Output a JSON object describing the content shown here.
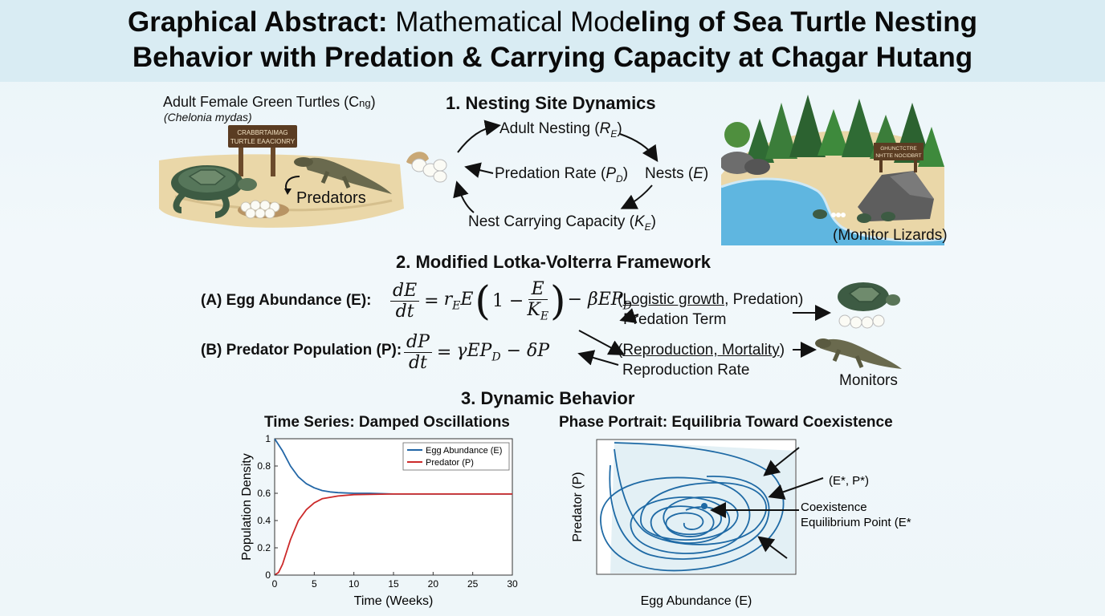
{
  "title": {
    "line1_bold_a": "Graphical Abstract:",
    "line1_light": " Mathematical Mod",
    "line1_bold_b": "eling of Sea Turtle Nesting",
    "line2": "Behavior with Predation & Carrying Capacity at Chagar Hutang"
  },
  "section1": {
    "heading": "1. Nesting Site Dynamics",
    "turtle_label": "Adult Female Green Turtles (C",
    "turtle_label_sub": "ng",
    "turtle_label_close": ")",
    "species": "(Chelonia mydas)",
    "sign_text_1": "CRABBRTAIMAG",
    "sign_text_2": "TURTLE EAACIONRY",
    "predators_label": "Predators",
    "cycle": {
      "adult_nesting": "Adult Nesting (",
      "adult_nesting_sym": "R",
      "adult_nesting_sub": "E",
      "predation_rate": "Predation Rate (",
      "predation_rate_sym": "P",
      "predation_rate_sub": "D",
      "nests": "Nests (",
      "nests_sym": "E",
      "carrying": "Nest Carrying Capacity (",
      "carrying_sym": "K",
      "carrying_sub": "E",
      "close": ")"
    },
    "right_sign_1": "GHUNCTCTRE",
    "right_sign_2": "NHTTE NOCIDBRT",
    "monitor_label": "(Monitor Lizards)"
  },
  "section2": {
    "heading": "2. Modified Lotka-Volterra Framework",
    "eqA_label": "(A) Egg Abundance (E):",
    "eqB_label": "(B) Predator Population (P):",
    "eqA_note_open": "(",
    "eqA_note_u": "Logistic growth",
    "eqA_note_rest": ", Predation)",
    "eqA_term": "Predation Term",
    "eqB_note_open": "(",
    "eqB_note_u": "Reproduction, Mortality",
    "eqB_note_rest": ")",
    "eqB_term": "Reproduction Rate",
    "monitors_label": "Monitors"
  },
  "section3": {
    "heading": "3. Dynamic Behavior",
    "phase_title": "Phase Portrait: Equilibria Toward Coexistence",
    "phase_xlabel": "Egg Abundance (E)",
    "phase_ylabel": "Predator (P)",
    "phase_eq_label": "(E*, P*)",
    "phase_coexist_1": "Coexistence",
    "phase_coexist_2": "Equilibrium Point (E*"
  },
  "colors": {
    "egg": "#2266a6",
    "predator": "#cc2a2a",
    "phase": "#1f6aa5",
    "water": "#5fb6e0",
    "sand": "#ead7a8"
  },
  "chart_data": {
    "type": "line",
    "title": "Time Series: Damped Oscillations",
    "xlabel": "Time (Weeks)",
    "ylabel": "Population Density",
    "xlim": [
      0,
      30
    ],
    "ylim": [
      0,
      1
    ],
    "xticks": [
      0,
      5,
      10,
      15,
      20,
      25,
      30
    ],
    "yticks": [
      0,
      0.2,
      0.4,
      0.6,
      0.8,
      1
    ],
    "legend_position": "top-right",
    "series": [
      {
        "name": "Egg Abundance (E)",
        "color": "#2266a6",
        "x": [
          0,
          1,
          2,
          3,
          4,
          5,
          6,
          7,
          8,
          10,
          12,
          15,
          20,
          25,
          30
        ],
        "y": [
          1.0,
          0.91,
          0.8,
          0.72,
          0.67,
          0.64,
          0.62,
          0.61,
          0.605,
          0.6,
          0.6,
          0.595,
          0.595,
          0.595,
          0.595
        ]
      },
      {
        "name": "Predator (P)",
        "color": "#cc2a2a",
        "x": [
          0,
          0.5,
          1,
          1.5,
          2,
          3,
          4,
          5,
          6,
          8,
          10,
          12,
          15,
          20,
          25,
          30
        ],
        "y": [
          0.0,
          0.02,
          0.08,
          0.17,
          0.26,
          0.4,
          0.48,
          0.53,
          0.56,
          0.58,
          0.59,
          0.592,
          0.595,
          0.595,
          0.595,
          0.595
        ]
      }
    ]
  }
}
